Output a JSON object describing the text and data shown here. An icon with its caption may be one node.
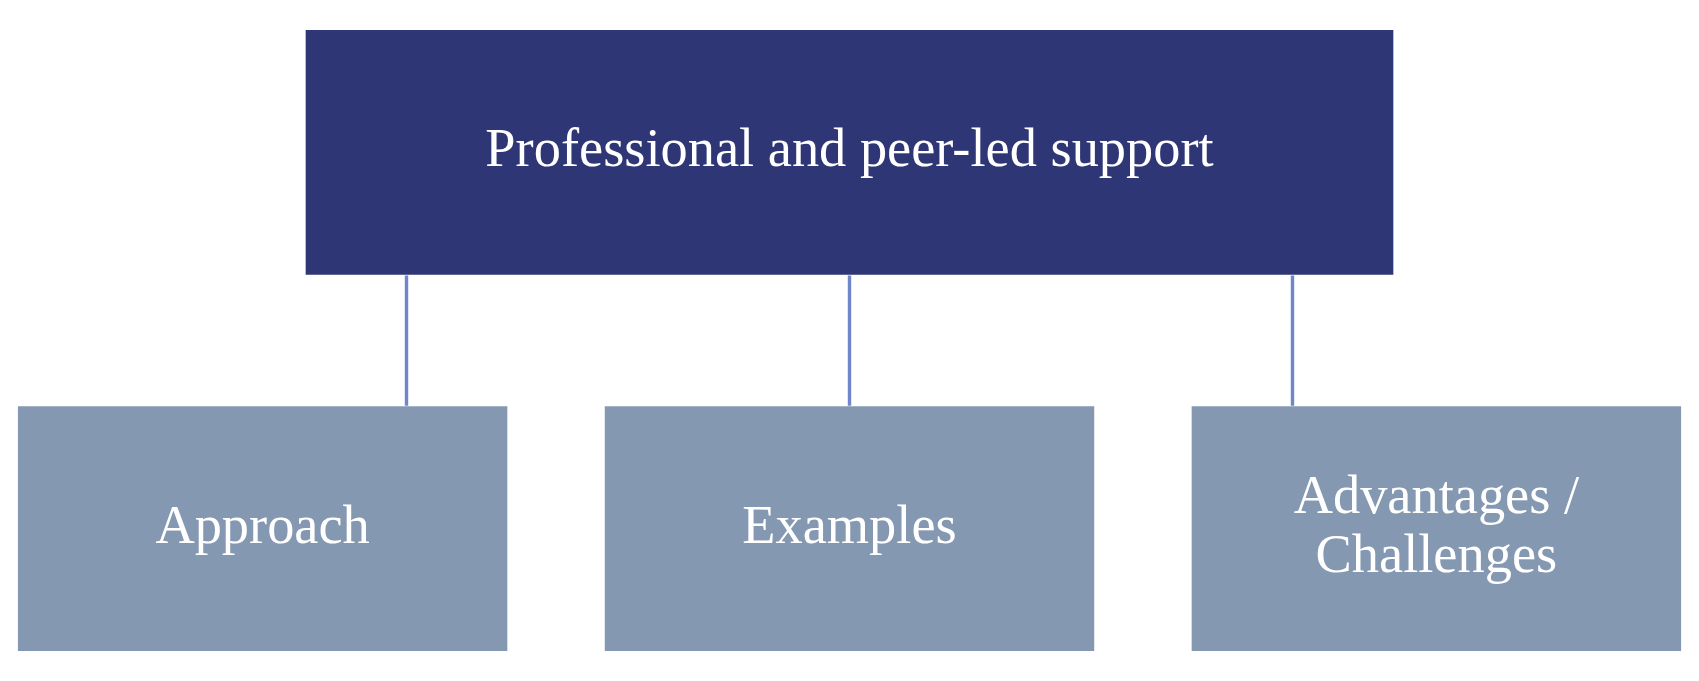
{
  "diagram": {
    "nodes": [
      {
        "text": [
          "Professional and peer-led support"
        ]
      },
      {
        "text": [
          "Approach"
        ]
      },
      {
        "text": [
          "Examples"
        ]
      },
      {
        "text": [
          "Advantages / Challenges"
        ]
      }
    ],
    "edges": [
      {
        "from": 0,
        "to": 1,
        "arrow": "none"
      },
      {
        "from": 0,
        "to": 2,
        "arrow": "none"
      },
      {
        "from": 0,
        "to": 3,
        "arrow": "none"
      }
    ]
  }
}
